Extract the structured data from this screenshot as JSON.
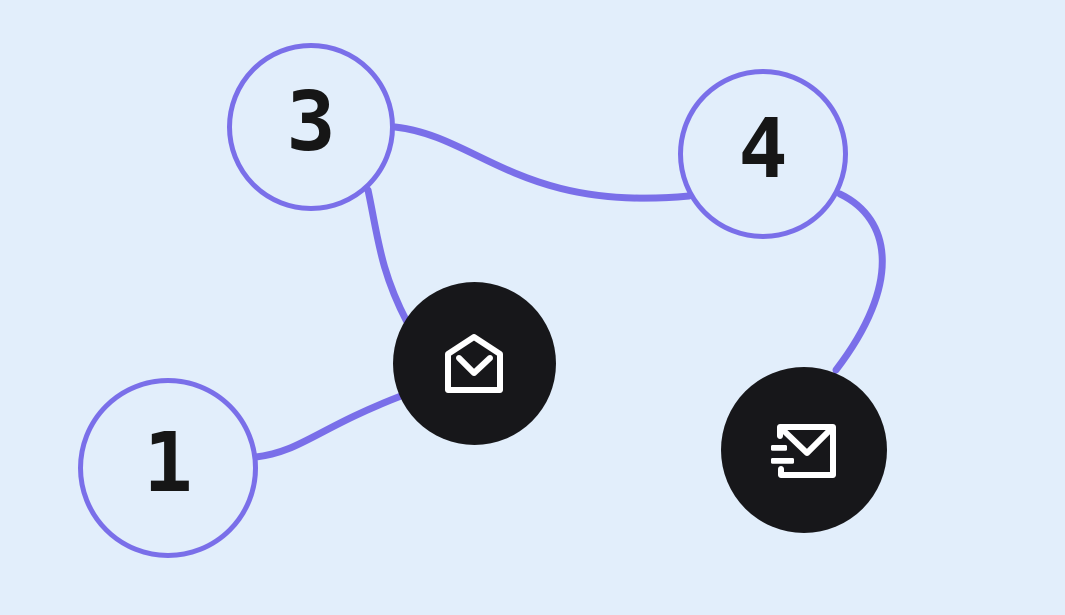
{
  "canvas": {
    "background_color": "#e2eefb",
    "accent_color": "#7a6fe9",
    "dark_node_color": "#17171a",
    "number_color": "#161616",
    "icon_color": "#ffffff"
  },
  "diagram": {
    "nodes": [
      {
        "id": "1",
        "kind": "number",
        "label": "1"
      },
      {
        "id": "3",
        "kind": "number",
        "label": "3"
      },
      {
        "id": "4",
        "kind": "number",
        "label": "4"
      },
      {
        "id": "mail-open",
        "kind": "icon",
        "icon": "mail-open-icon"
      },
      {
        "id": "mail-send",
        "kind": "icon",
        "icon": "mail-send-icon"
      }
    ],
    "edges": [
      {
        "from": "3",
        "to": "4"
      },
      {
        "from": "3",
        "to": "mail-open"
      },
      {
        "from": "1",
        "to": "mail-open"
      },
      {
        "from": "4",
        "to": "mail-send"
      }
    ]
  }
}
